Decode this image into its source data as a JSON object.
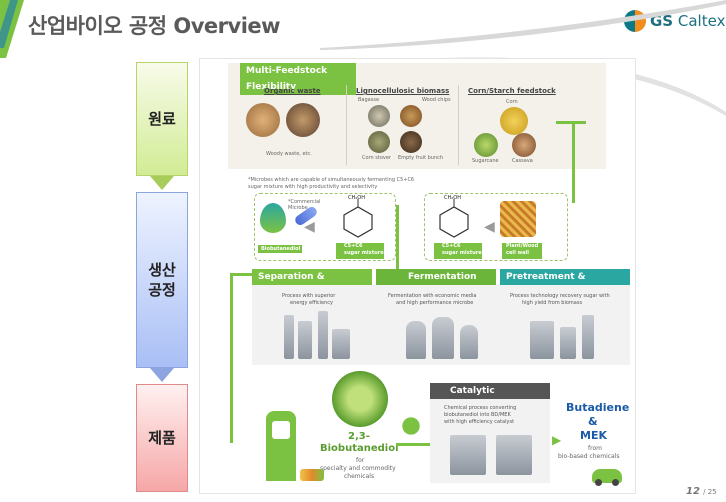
{
  "header": {
    "title": "산업바이오 공정 Overview",
    "logo_text_bold": "GS",
    "logo_text_rest": " Caltex"
  },
  "stages": {
    "raw": "원료",
    "process_line1": "생산",
    "process_line2": "공정",
    "product": "제품"
  },
  "feedstock": {
    "title": "Multi-Feedstock Flexibility",
    "organic": {
      "title": "Organic waste",
      "item": "Woody waste, etc."
    },
    "ligno": {
      "title": "Lignocellulosic biomass",
      "items": [
        "Bagasse",
        "Wood chips",
        "Corn stover",
        "Empty fruit bunch"
      ]
    },
    "corn": {
      "title": "Corn/Starch feedstock",
      "items": [
        "Corn",
        "Sugarcane",
        "Cassava"
      ]
    }
  },
  "microbe": {
    "note_line1": "*Microbes which are capable of simultaneously fermenting C5+C6",
    "note_line2": "sugar mixture with high productivity and selectivity",
    "commercial": "*Commercial Microbe",
    "biobutanediol_tag": "Biobutanediol",
    "sugar_tag_1": "C5+C6",
    "sugar_tag_1b": "sugar mixture",
    "sugar_tag_2": "C5+C6",
    "sugar_tag_2b": "sugar mixture",
    "plant_tag": "Plant/Wood",
    "plant_tag_b": "cell wall",
    "ch2oh": "CH₂OH"
  },
  "process": {
    "sep_title": "Separation & Purification",
    "sep_desc_1": "Process with superior",
    "sep_desc_2": "energy efficiency",
    "fer_title": "Fermentation",
    "fer_desc_1": "Fermentation with economic media",
    "fer_desc_2": "and high performance microbe",
    "pre_title": "Pretreatment & Hydrolysis",
    "pre_desc_1": "Process technology recovery sugar with",
    "pre_desc_2": "high yield from biomass"
  },
  "product": {
    "catalytic_title": "Catalytic conversion",
    "catalytic_desc_1": "Chemical process converting",
    "catalytic_desc_2": "biobutanediol into BD/MEK",
    "catalytic_desc_3": "with high efficiency catalyst",
    "bdo_line1": "2,3-",
    "bdo_line2": "Biobutanediol",
    "bdo_sub1": "for",
    "bdo_sub2": "specialty and commodity",
    "bdo_sub3": "chemicals",
    "bd_line1": "Butadiene",
    "bd_line2": "&",
    "bd_line3": "MEK",
    "bd_sub1": "from",
    "bd_sub2": "bio-based chemicals"
  },
  "page": {
    "current": "12",
    "total": "/ 25"
  },
  "colors": {
    "green": "#7cc242",
    "dark_green": "#5a9c2e",
    "teal": "#2aa7a0",
    "blue_text": "#1a5aa6"
  }
}
